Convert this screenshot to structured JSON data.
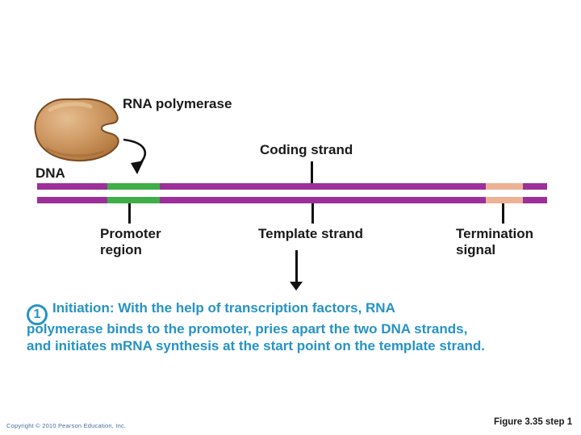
{
  "figure": {
    "labels": {
      "rna_polymerase": "RNA polymerase",
      "dna": "DNA",
      "coding_strand": "Coding strand",
      "promoter_line1": "Promoter",
      "promoter_line2": "region",
      "template_strand": "Template strand",
      "termination_line1": "Termination",
      "termination_line2": "signal"
    },
    "step": {
      "number": "1",
      "lines": [
        "Initiation: With the help of transcription factors, RNA",
        "polymerase binds to the promoter, pries apart the two DNA strands,",
        "and initiates mRNA synthesis at the start point on the template strand."
      ]
    },
    "footer": {
      "copyright": "Copyright © 2010 Pearson Education, Inc.",
      "caption": "Figure 3.35 step 1"
    },
    "colors": {
      "dna_strand": "#9C2F9A",
      "promoter_region": "#3FAE49",
      "termination_signal": "#EDB195",
      "step_text": "#2693C5",
      "polymerase_body": "#C8915E",
      "copyright_text": "#4A6B9E"
    }
  }
}
